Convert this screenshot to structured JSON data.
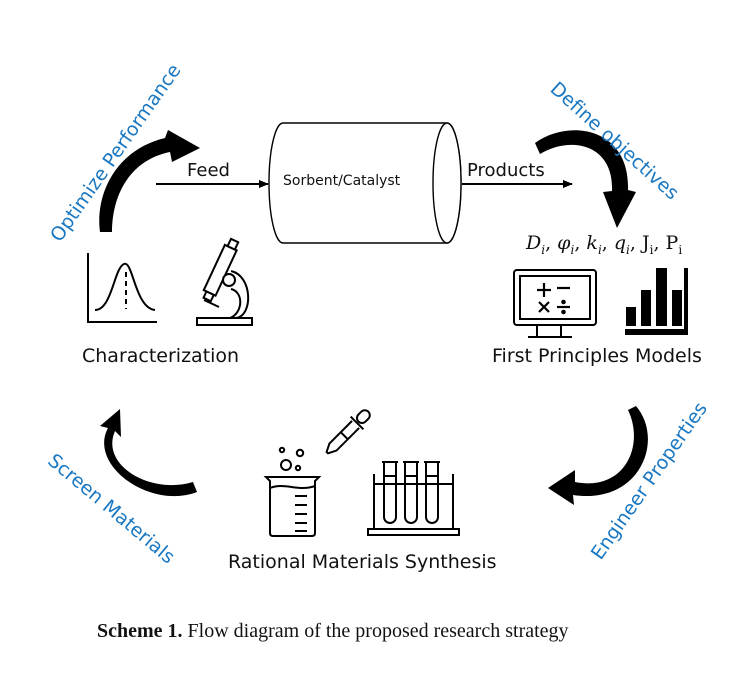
{
  "diagram": {
    "reactor_label": "Sorbent/Catalyst",
    "feed_label": "Feed",
    "products_label": "Products",
    "stages": {
      "characterization": "Characterization",
      "models": "First Principles Models",
      "synthesis": "Rational Materials Synthesis"
    },
    "cycle_steps": {
      "optimize": "Optimize Performance",
      "define": "Define objectives",
      "engineer": "Engineer Properties",
      "screen": "Screen Materials"
    },
    "parameters": [
      {
        "sym": "D",
        "sub": "i",
        "italic": true
      },
      {
        "sym": "φ",
        "sub": "i",
        "italic": true
      },
      {
        "sym": "k",
        "sub": "i",
        "italic": true
      },
      {
        "sym": "q",
        "sub": "i",
        "italic": true
      },
      {
        "sym": "J",
        "sub": "i",
        "italic": false
      },
      {
        "sym": "P",
        "sub": "i",
        "italic": false
      }
    ],
    "icons": {
      "bell_curve": "bell-curve-chart",
      "microscope": "microscope",
      "calculator_monitor": "monitor-with-math-symbols",
      "bar_chart": "bar-chart",
      "beaker": "beaker-with-dropper",
      "test_tubes": "test-tube-rack"
    },
    "monitor_symbols": [
      "+",
      "−",
      "×",
      "÷"
    ],
    "accent_color": "#1a78c2"
  },
  "caption": {
    "label": "Scheme 1.",
    "text": " Flow diagram of the proposed research strategy"
  }
}
